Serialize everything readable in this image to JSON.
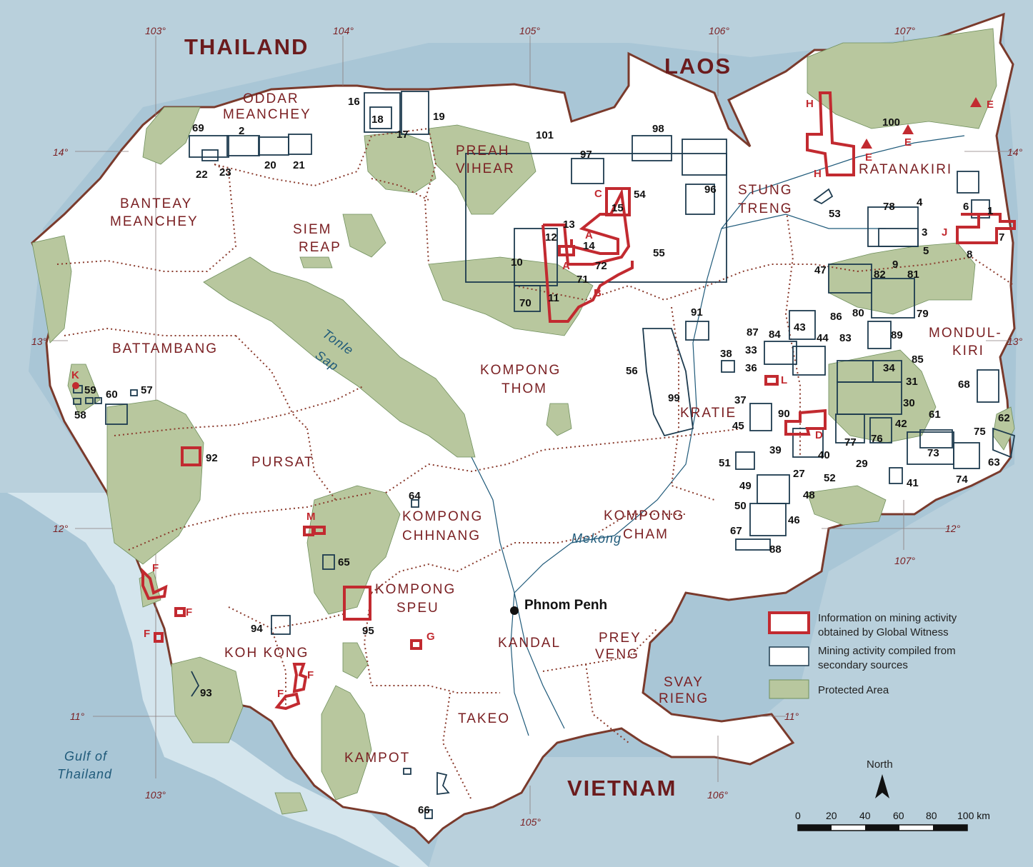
{
  "countries": {
    "thailand": "THAILAND",
    "laos": "LAOS",
    "vietnam": "VIETNAM"
  },
  "water": {
    "gulf_line1": "Gulf of",
    "gulf_line2": "Thailand",
    "tonle1": "Tonle",
    "tonle2": "Sap",
    "mekong": "Mekong"
  },
  "degrees": {
    "top_103": "103°",
    "top_104": "104°",
    "top_105": "105°",
    "top_106": "106°",
    "top_107": "107°",
    "left_14": "14°",
    "left_13": "13°",
    "left_12": "12°",
    "left_11": "11°",
    "right_14": "14°",
    "right_13": "13°",
    "right_12": "12°",
    "right_11": "11°",
    "bottom_103": "103°",
    "bottom_105": "105°",
    "bottom_106": "106°",
    "bottom_107": "107°"
  },
  "provinces": {
    "oddar1": "ODDAR",
    "oddar2": "MEANCHEY",
    "banteay1": "BANTEAY",
    "banteay2": "MEANCHEY",
    "siem1": "SIEM",
    "siem2": "REAP",
    "preah1": "PREAH",
    "preah2": "VIHEAR",
    "stung1": "STUNG",
    "stung2": "TRENG",
    "ratanakiri": "RATANAKIRI",
    "mondul1": "MONDUL-",
    "mondul2": "KIRI",
    "battambang": "BATTAMBANG",
    "kthom1": "KOMPONG",
    "kthom2": "THOM",
    "kratie": "KRATIE",
    "pursat": "PURSAT",
    "kchh1": "KOMPONG",
    "kchh2": "CHHNANG",
    "kcham1": "KOMPONG",
    "kcham2": "CHAM",
    "kspeu1": "KOMPONG",
    "kspeu2": "SPEU",
    "kandal": "KANDAL",
    "prey1": "PREY",
    "prey2": "VENG",
    "svay1": "SVAY",
    "svay2": "RIENG",
    "kohkong": "KOH KONG",
    "takeo": "TAKEO",
    "kampot": "KAMPOT"
  },
  "capital": "Phnom Penh",
  "legend": {
    "gw1": "Information on mining activity",
    "gw2": "obtained by Global Witness",
    "sec1": "Mining activity compiled from",
    "sec2": "secondary sources",
    "pa": "Protected Area"
  },
  "north": "North",
  "scale": {
    "t0": "0",
    "t20": "20",
    "t40": "40",
    "t60": "60",
    "t80": "80",
    "t100": "100 km"
  },
  "colors": {
    "sea": "#a9c6d6",
    "land": "#ffffff",
    "protected": "#b8c79e",
    "global_witness": "#c22a30",
    "secondary": "#1d3b4f",
    "border": "#7a3a2c"
  }
}
